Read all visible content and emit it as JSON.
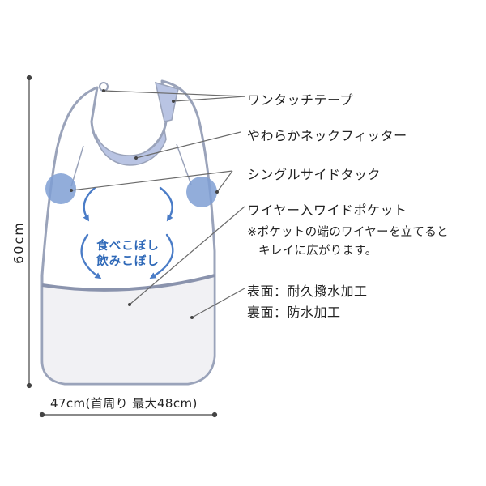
{
  "dimensions": {
    "height": "60cm",
    "width": "47cm(首周り 最大48cm)"
  },
  "callouts": [
    "ワンタッチテープ",
    "やわらかネックフィッター",
    "シングルサイドタック",
    "ワイヤー入ワイドポケット"
  ],
  "pocket_note": {
    "line1": "※ポケットの端のワイヤーを立てると",
    "line2": "キレイに広がります。"
  },
  "material": {
    "front": "表面：耐久撥水加工",
    "back": "裏面：防水加工"
  },
  "inner_text": {
    "line1": "食べこぼし",
    "line2": "飲みこぼし"
  },
  "colors": {
    "outline": "#9aa3ba",
    "neck_fitter": "#b9c4e3",
    "tuck_circle": "#7f9fd3",
    "arrow": "#4a7cc7",
    "leader": "#6b6b6b"
  }
}
